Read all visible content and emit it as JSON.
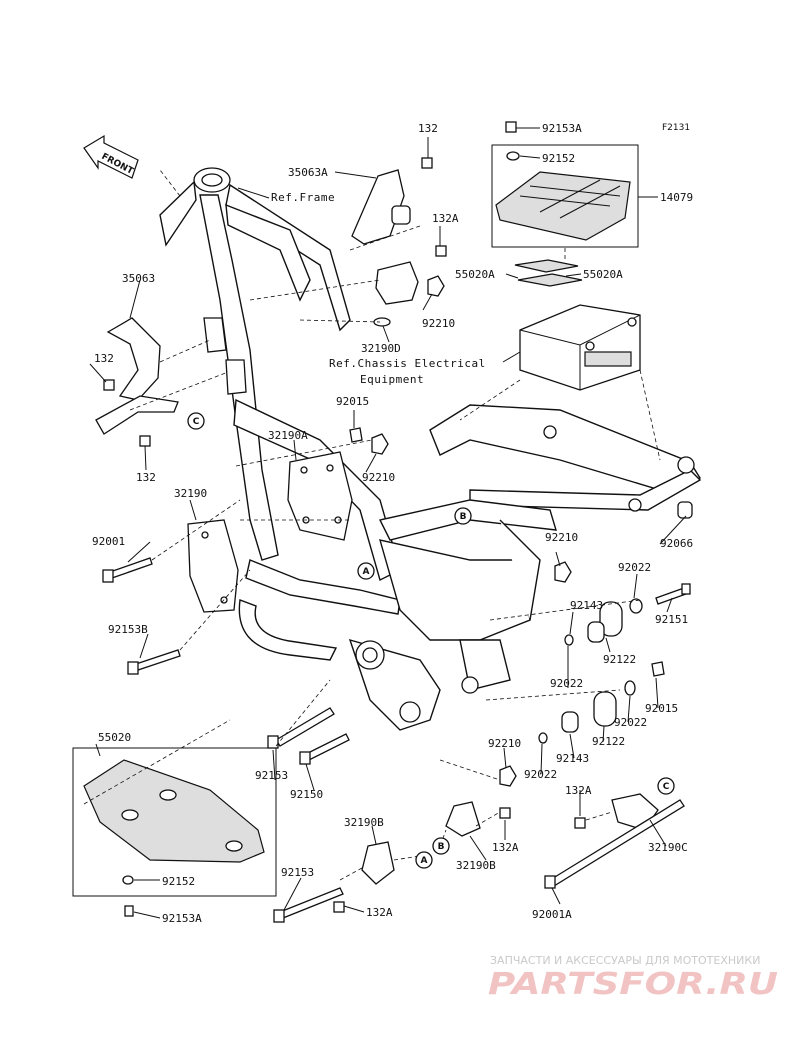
{
  "diagram": {
    "code": "F2131",
    "front_label": "FRONT",
    "refs": {
      "frame": "Ref.Frame",
      "chassis_line1": "Ref.Chassis Electrical",
      "chassis_line2": "Equipment"
    },
    "circled": {
      "a": "A",
      "b": "B",
      "c": "C"
    },
    "labels": [
      "132",
      "35063A",
      "132A",
      "35063",
      "132",
      "132",
      "32190D",
      "92210",
      "92153A",
      "92152",
      "14079",
      "55020A",
      "55020A",
      "92015",
      "32190A",
      "92210",
      "32190",
      "92001",
      "92153B",
      "92066",
      "92210",
      "92022",
      "92151",
      "92143",
      "92122",
      "92022",
      "92015",
      "92022",
      "92122",
      "92143",
      "92022",
      "55020",
      "92153",
      "92150",
      "92210",
      "132A",
      "32190B",
      "132A",
      "32190B",
      "32190C",
      "92152",
      "92153A",
      "92153",
      "132A",
      "92001A"
    ]
  },
  "watermark": {
    "line1": "ЗАПЧАСТИ И АКСЕССУАРЫ ДЛЯ МОТОТЕХНИКИ",
    "line2": "PARTSFOR.RU",
    "color": "#e06a6a"
  }
}
